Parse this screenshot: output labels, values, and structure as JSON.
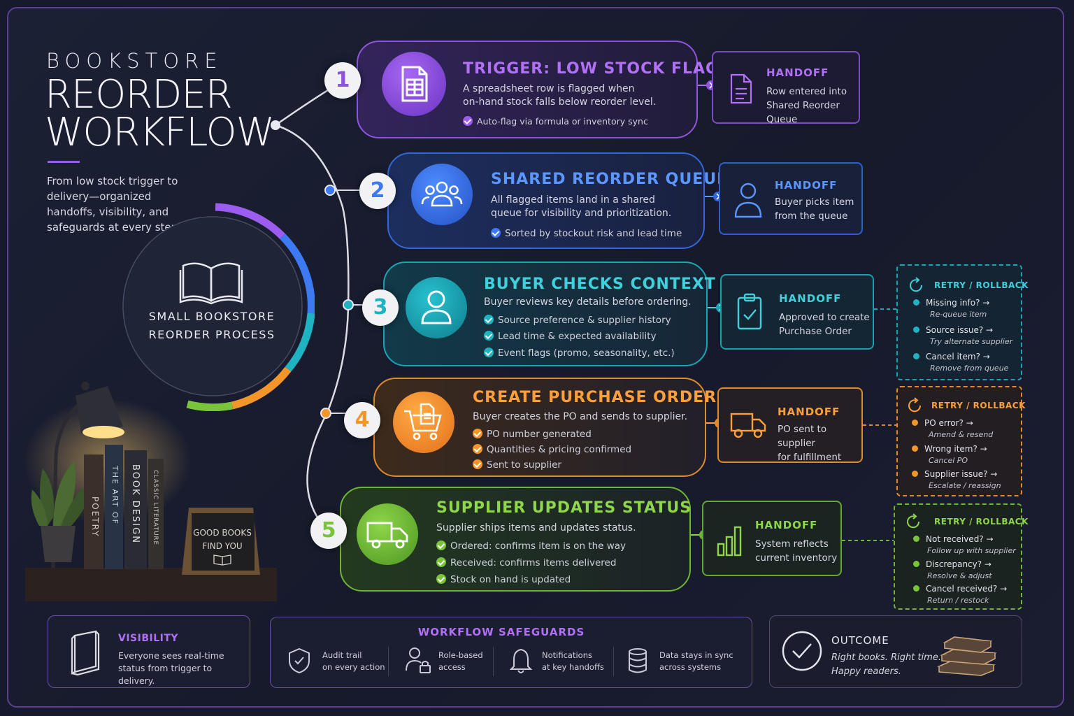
{
  "header": {
    "kicker": "BOOKSTORE",
    "title_line1": "REORDER",
    "title_line2": "WORKFLOW",
    "intro": "From low stock trigger to delivery—organized handoffs, visibility, and safeguards at every step."
  },
  "center": {
    "line1": "SMALL BOOKSTORE",
    "line2": "REORDER PROCESS",
    "icon": "open-book-icon"
  },
  "scene": {
    "book_spines": [
      "POETRY",
      "THE ART OF",
      "BOOK DESIGN",
      "CLASSIC LITERATURE"
    ],
    "sign_line1": "GOOD BOOKS",
    "sign_line2": "FIND YOU"
  },
  "colors": {
    "purple": "#9d5cf0",
    "blue": "#3d79f2",
    "teal": "#1fb3c2",
    "orange": "#f2962a",
    "green": "#79c43b"
  },
  "steps": [
    {
      "number": "1",
      "title": "TRIGGER: LOW STOCK FLAGGED",
      "desc_line1": "A spreadsheet row is flagged when",
      "desc_line2": "on-hand stock falls below reorder level.",
      "bullets": [
        "Auto-flag via formula or inventory sync"
      ],
      "icon": "spreadsheet-icon",
      "handoff": {
        "title": "HANDOFF",
        "line1": "Row entered into",
        "line2": "Shared Reorder Queue",
        "icon": "document-icon"
      }
    },
    {
      "number": "2",
      "title": "SHARED REORDER QUEUE",
      "desc_line1": "All flagged items land in a shared",
      "desc_line2": "queue for visibility and prioritization.",
      "bullets": [
        "Sorted by stockout risk and lead time"
      ],
      "icon": "team-icon",
      "handoff": {
        "title": "HANDOFF",
        "line1": "Buyer picks item",
        "line2": "from the queue",
        "icon": "person-icon"
      }
    },
    {
      "number": "3",
      "title": "BUYER CHECKS CONTEXT",
      "desc_line1": "Buyer reviews key details before ordering.",
      "desc_line2": "",
      "bullets": [
        "Source preference & supplier history",
        "Lead time & expected availability",
        "Event flags (promo, seasonality, etc.)"
      ],
      "icon": "user-icon",
      "handoff": {
        "title": "HANDOFF",
        "line1": "Approved to create",
        "line2": "Purchase Order",
        "icon": "clipboard-check-icon"
      }
    },
    {
      "number": "4",
      "title": "CREATE PURCHASE ORDER",
      "desc_line1": "Buyer creates the PO and sends to supplier.",
      "desc_line2": "",
      "bullets": [
        "PO number generated",
        "Quantities & pricing confirmed",
        "Sent to supplier"
      ],
      "icon": "cart-document-icon",
      "handoff": {
        "title": "HANDOFF",
        "line1": "PO sent to supplier",
        "line2": "for fulfillment",
        "icon": "truck-icon"
      }
    },
    {
      "number": "5",
      "title": "SUPPLIER UPDATES STATUS",
      "desc_line1": "Supplier ships items and updates status.",
      "desc_line2": "",
      "bullets": [
        "Ordered: confirms item is on the way",
        "Received: confirms items delivered",
        "Stock on hand is updated"
      ],
      "icon": "delivery-truck-icon",
      "handoff": {
        "title": "HANDOFF",
        "line1": "System reflects",
        "line2": "current inventory",
        "icon": "bar-chart-icon"
      }
    }
  ],
  "retries": [
    {
      "title": "RETRY / ROLLBACK",
      "items": [
        {
          "q": "Missing info? →",
          "a": "Re-queue item"
        },
        {
          "q": "Source issue? →",
          "a": "Try alternate supplier"
        },
        {
          "q": "Cancel item? →",
          "a": "Remove from queue"
        }
      ]
    },
    {
      "title": "RETRY / ROLLBACK",
      "items": [
        {
          "q": "PO error? →",
          "a": "Amend & resend"
        },
        {
          "q": "Wrong item? →",
          "a": "Cancel PO"
        },
        {
          "q": "Supplier issue? →",
          "a": "Escalate / reassign"
        }
      ]
    },
    {
      "title": "RETRY / ROLLBACK",
      "items": [
        {
          "q": "Not received? →",
          "a": "Follow up with supplier"
        },
        {
          "q": "Discrepancy? →",
          "a": "Resolve & adjust"
        },
        {
          "q": "Cancel received? →",
          "a": "Return / restock"
        }
      ]
    }
  ],
  "visibility": {
    "title": "VISIBILITY",
    "line1": "Everyone sees real-time",
    "line2": "status from trigger to delivery."
  },
  "safeguards": {
    "title": "WORKFLOW SAFEGUARDS",
    "items": [
      {
        "line1": "Audit trail",
        "line2": "on every action",
        "icon": "shield-check-icon"
      },
      {
        "line1": "Role-based",
        "line2": "access",
        "icon": "user-lock-icon"
      },
      {
        "line1": "Notifications",
        "line2": "at key handoffs",
        "icon": "bell-icon"
      },
      {
        "line1": "Data stays in sync",
        "line2": "across systems",
        "icon": "database-icon"
      }
    ]
  },
  "outcome": {
    "title": "OUTCOME",
    "line1": "Right books. Right time.",
    "line2": "Happy readers."
  }
}
